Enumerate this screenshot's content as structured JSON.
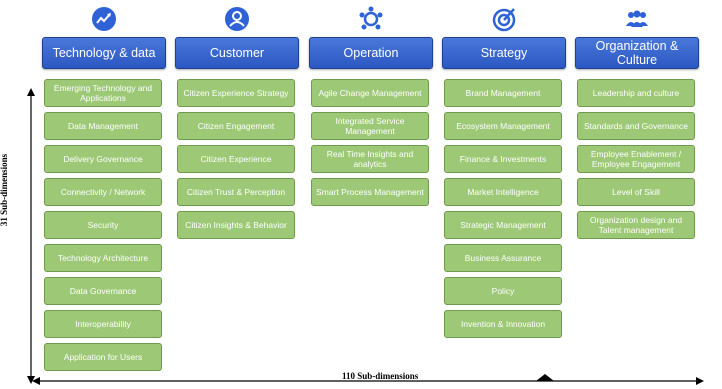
{
  "axes": {
    "vertical_label": "31 Sub-dimensions",
    "horizontal_label": "110 Sub-dimensions"
  },
  "colors": {
    "header": "#2f5bc6",
    "box": "#9dc876",
    "box_border": "#6f9a4d",
    "icon": "#2e62d6"
  },
  "columns": [
    {
      "icon": "chart-icon",
      "title": "Technology & data",
      "items": [
        "Emerging Technology and Applications",
        "Data Management",
        "Delivery Governance",
        "Connectivity / Network",
        "Security",
        "Technology Architecture",
        "Data Governance",
        "Interoperability",
        "Application for Users"
      ]
    },
    {
      "icon": "people-icon",
      "title": "Customer",
      "items": [
        "Citizen Experience Strategy",
        "Citizen Engagement",
        "Citizen Experience",
        "Citizen Trust & Perception",
        "Citizen Insights & Behavior"
      ]
    },
    {
      "icon": "network-icon",
      "title": "Operation",
      "items": [
        "Agile Change Management",
        "Integrated Service Management",
        "Real Time Insights and analytics",
        "Smart Process Management"
      ]
    },
    {
      "icon": "target-icon",
      "title": "Strategy",
      "items": [
        "Brand Management",
        "Ecosystem Management",
        "Finance & Investments",
        "Market Intelligence",
        "Strategic Management",
        "Business Assurance",
        "Policy",
        "Invention & Innovation"
      ]
    },
    {
      "icon": "group-icon",
      "title": "Organization & Culture",
      "items": [
        "Leadership and culture",
        "Standards and Governance",
        "Employee Enablement / Employee Engagement",
        "Level of Skill",
        "Organization design and Talent management"
      ]
    }
  ]
}
